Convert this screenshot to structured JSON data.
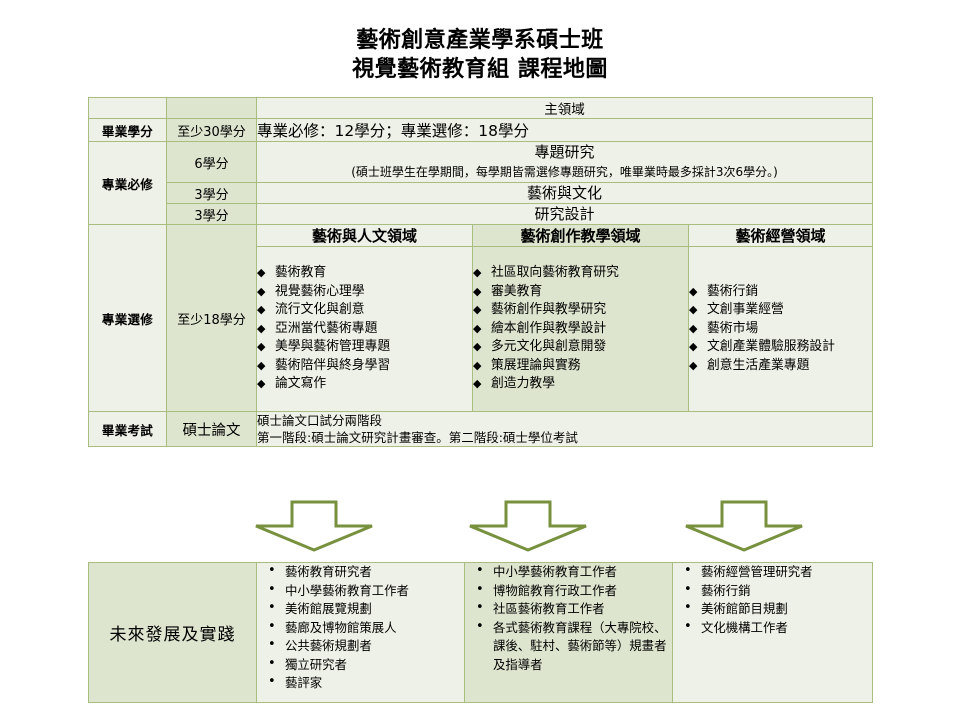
{
  "title": {
    "line1": "藝術創意產業學系碩士班",
    "line2": "視覺藝術教育組 課程地圖"
  },
  "colors": {
    "border": "#a9bd7e",
    "light_cell": "#eef1e7",
    "mid_cell": "#dde5cf",
    "arrow_stroke": "#77913f",
    "text": "#000000"
  },
  "main_table": {
    "header_main_domain": "主領域",
    "rows": {
      "graduation_credits": {
        "label": "畢業學分",
        "credits": "至少30學分",
        "content": "專業必修：12學分；專業選修：18學分"
      },
      "required": {
        "label": "專業必修",
        "items": [
          {
            "credits": "6學分",
            "course": "專題研究",
            "note": "(碩士班學生在學期間，每學期皆需選修專題研究，唯畢業時最多採計3次6學分。)"
          },
          {
            "credits": "3學分",
            "course": "藝術與文化",
            "note": ""
          },
          {
            "credits": "3學分",
            "course": "研究設計",
            "note": ""
          }
        ]
      },
      "elective": {
        "label": "專業選修",
        "credits": "至少18學分",
        "domains": [
          {
            "name": "藝術與人文領域",
            "courses": [
              "藝術教育",
              "視覺藝術心理學",
              "流行文化與創意",
              "亞洲當代藝術專題",
              "美學與藝術管理專題",
              "藝術陪伴與終身學習",
              "論文寫作"
            ]
          },
          {
            "name": "藝術創作教學領域",
            "courses": [
              "社區取向藝術教育研究",
              "審美教育",
              "藝術創作與教學研究",
              "繪本創作與教學設計",
              "多元文化與創意開發",
              "策展理論與實務",
              "創造力教學"
            ]
          },
          {
            "name": "藝術經營領域",
            "courses": [
              "藝術行銷",
              "文創事業經營",
              "藝術市場",
              "文創產業體驗服務設計",
              "創意生活產業專題"
            ]
          }
        ]
      },
      "exam": {
        "label": "畢業考試",
        "type": "碩士論文",
        "line1": "碩士論文口試分兩階段",
        "line2": "第一階段:碩士論文研究計畫審查。第二階段:碩士學位考試"
      }
    }
  },
  "arrows": {
    "icon": "down-arrow-icon",
    "count": 3
  },
  "bottom_table": {
    "label": "未來發展及實踐",
    "columns": [
      {
        "items": [
          "藝術教育研究者",
          "中小學藝術教育工作者",
          "美術館展覽規劃",
          "藝廊及博物館策展人",
          "公共藝術規劃者",
          "獨立研究者",
          "藝評家"
        ]
      },
      {
        "items": [
          "中小學藝術教育工作者",
          "博物館教育行政工作者",
          "社區藝術教育工作者",
          "各式藝術教育課程（大專院校、課後、駐村、藝術節等）規畫者及指導者"
        ]
      },
      {
        "items": [
          "藝術經營管理研究者",
          "藝術行銷",
          "美術館節目規劃",
          "文化機構工作者"
        ]
      }
    ]
  }
}
